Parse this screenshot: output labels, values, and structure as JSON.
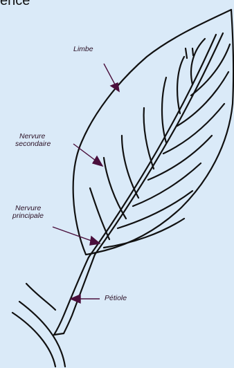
{
  "header": {
    "partial_text": "ence"
  },
  "labels": {
    "limbe": "Limbe",
    "nervure_secondaire_1": "Nervure",
    "nervure_secondaire_2": "secondaire",
    "nervure_principale_1": "Nervure",
    "nervure_principale_2": "principale",
    "petiole": "Pétiole"
  },
  "colors": {
    "background": "#daeaf8",
    "drawing": "#111111",
    "arrow": "#4a0f3c"
  }
}
